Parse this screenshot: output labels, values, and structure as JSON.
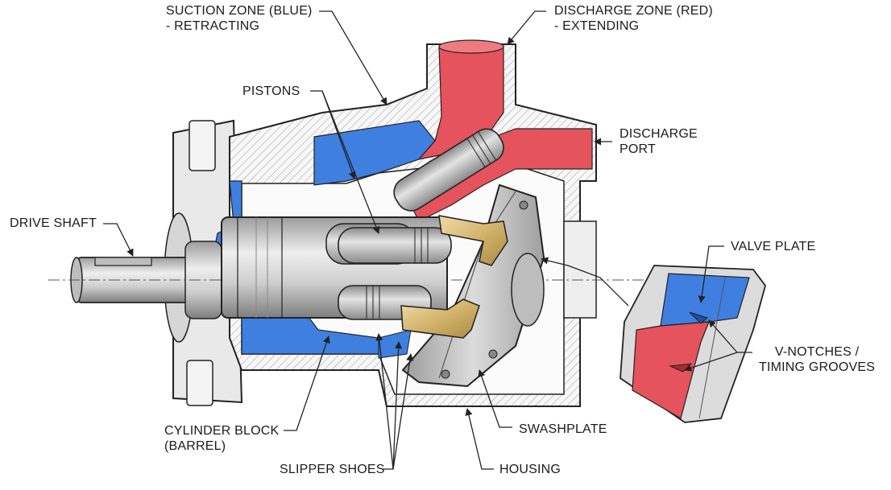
{
  "diagram": {
    "labels": {
      "suction_zone": {
        "line1": "SUCTION ZONE (BLUE)",
        "line2": "- RETRACTING"
      },
      "discharge_zone": {
        "line1": "DISCHARGE ZONE (RED)",
        "line2": "- EXTENDING"
      },
      "pistons": "PISTONS",
      "discharge_port": {
        "line1": "DISCHARGE",
        "line2": "PORT"
      },
      "drive_shaft": "DRIVE SHAFT",
      "valve_plate": "VALVE PLATE",
      "v_notches": {
        "line1": "V-NOTCHES /",
        "line2": "TIMING GROOVES"
      },
      "cylinder_block": {
        "line1": "CYLINDER BLOCK",
        "line2": "(BARREL)"
      },
      "swashplate": "SWASHPLATE",
      "slipper_shoes": "SLIPPER SHOES",
      "housing": "HOUSING"
    },
    "colors": {
      "suction": "#3f7fe0",
      "discharge": "#e5535c",
      "steel": "#c4c4c4",
      "housing": "#f2f2f2",
      "brass": "#d8bf7e",
      "line": "#222222"
    }
  }
}
